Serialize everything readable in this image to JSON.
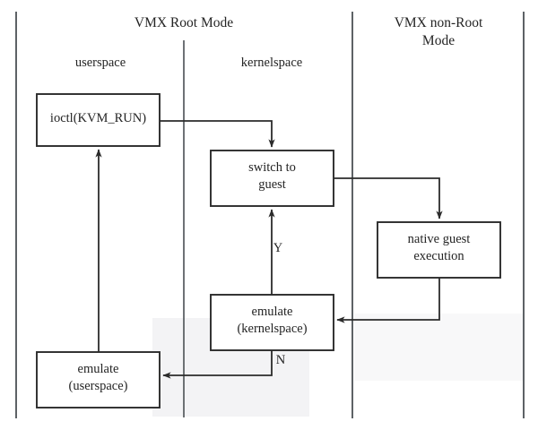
{
  "figure": {
    "type": "flowchart",
    "title_absent": true,
    "background_color": "#ffffff",
    "line_color": "#2b2b2b",
    "text_color": "#242424"
  },
  "lanes": [
    {
      "id": "vmx-root",
      "title": "VMX Root Mode",
      "sublanes": [
        {
          "id": "userspace",
          "label": "userspace"
        },
        {
          "id": "kernelspace",
          "label": "kernelspace"
        }
      ]
    },
    {
      "id": "vmx-non-root",
      "title": "VMX non-Root\nMode",
      "sublanes": []
    }
  ],
  "nodes": [
    {
      "id": "ioctl",
      "label": "ioctl(KVM_RUN)",
      "lane": "userspace"
    },
    {
      "id": "switch-to-guest",
      "label": "switch to\nguest",
      "lane": "kernelspace"
    },
    {
      "id": "native-guest-execution",
      "label": "native guest\nexecution",
      "lane": "vmx-non-root"
    },
    {
      "id": "emulate-kernelspace",
      "label": "emulate\n(kernelspace)",
      "lane": "kernelspace"
    },
    {
      "id": "emulate-userspace",
      "label": "emulate\n(userspace)",
      "lane": "userspace"
    }
  ],
  "edges": [
    {
      "id": "ioctl-to-switch",
      "from": "ioctl",
      "to": "switch-to-guest",
      "label": ""
    },
    {
      "id": "switch-to-native",
      "from": "switch-to-guest",
      "to": "native-guest-execution",
      "label": ""
    },
    {
      "id": "native-to-emulate-kernel",
      "from": "native-guest-execution",
      "to": "emulate-kernelspace",
      "label": ""
    },
    {
      "id": "emulate-kernel-to-switch",
      "from": "emulate-kernelspace",
      "to": "switch-to-guest",
      "label": "Y"
    },
    {
      "id": "emulate-kernel-to-emulate-user",
      "from": "emulate-kernelspace",
      "to": "emulate-userspace",
      "label": "N"
    },
    {
      "id": "emulate-user-to-ioctl",
      "from": "emulate-userspace",
      "to": "ioctl",
      "label": ""
    }
  ],
  "edge_labels": {
    "yes": "Y",
    "no": "N"
  }
}
